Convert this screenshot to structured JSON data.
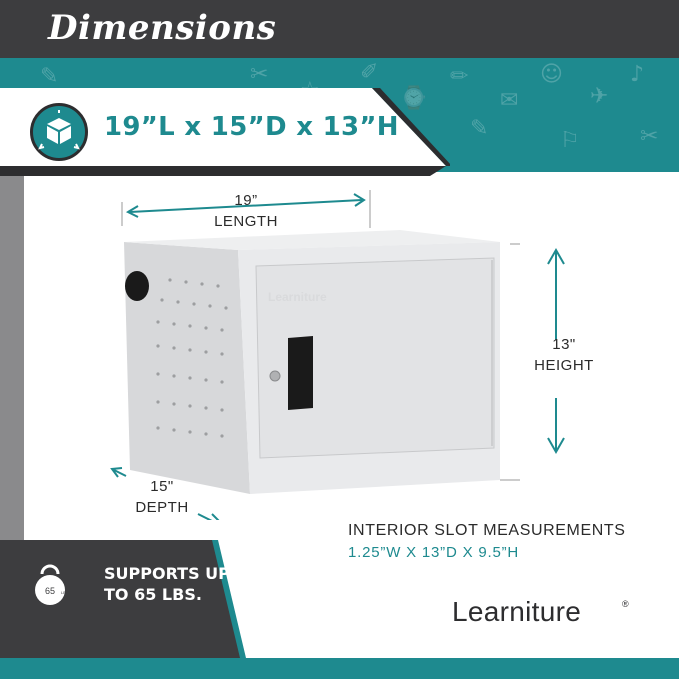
{
  "header": {
    "title": "Dimensions"
  },
  "overall": {
    "dimensions": "19”L x 15”D x 13”H"
  },
  "measurements": {
    "length_value": "19”",
    "length_label": "LENGTH",
    "height_value": "13\"",
    "height_label": "HEIGHT",
    "depth_value": "15\"",
    "depth_label": "DEPTH"
  },
  "interior": {
    "title": "INTERIOR SLOT MEASUREMENTS",
    "value": "1.25”W X 13”D X 9.5”H"
  },
  "weight": {
    "icon_text": "65",
    "icon_unit": "LB.",
    "line1": "SUPPORTS UP",
    "line2": "TO 65 LBS."
  },
  "brand": {
    "name": "Learniture",
    "mark": "®",
    "door_logo": "Learniture"
  },
  "colors": {
    "teal": "#1e8a8f",
    "dark": "#3d3d3f",
    "cabinet": "#e6e7e9"
  },
  "icons": [
    "cube-icon",
    "kettlebell-icon"
  ]
}
